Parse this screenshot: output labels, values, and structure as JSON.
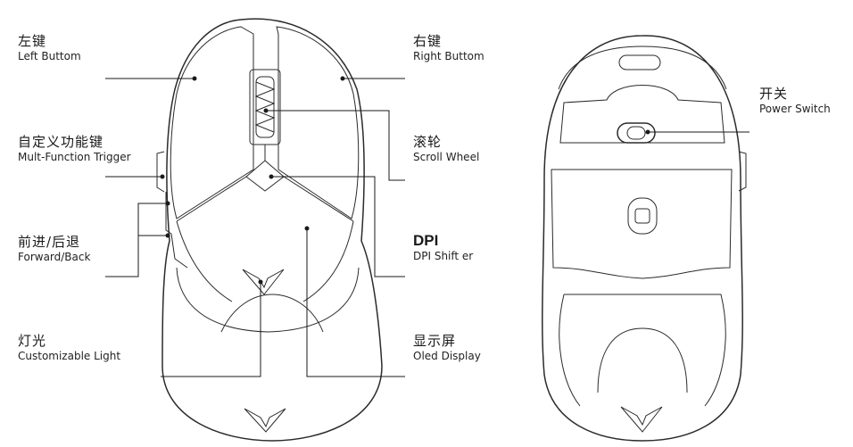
{
  "callouts": {
    "left_button": {
      "zh": "左键",
      "en": "Left Buttom"
    },
    "right_button": {
      "zh": "右键",
      "en": "Right Buttom"
    },
    "multi_function": {
      "zh": "自定义功能键",
      "en": "Mult-Function Trigger"
    },
    "scroll_wheel": {
      "zh": "滚轮",
      "en": "Scroll Wheel"
    },
    "forward_back": {
      "zh": "前进/后退",
      "en": "Forward/Back"
    },
    "dpi": {
      "zh": "DPI",
      "en": "DPI Shift er"
    },
    "light": {
      "zh": "灯光",
      "en": "Customizable Light"
    },
    "oled": {
      "zh": "显示屏",
      "en": "Oled Display"
    },
    "power": {
      "zh": "开关",
      "en": "Power Switch"
    }
  },
  "icons": {
    "top_view_logo": "v-logo-icon",
    "bottom_view_logo": "v-logo-icon"
  }
}
